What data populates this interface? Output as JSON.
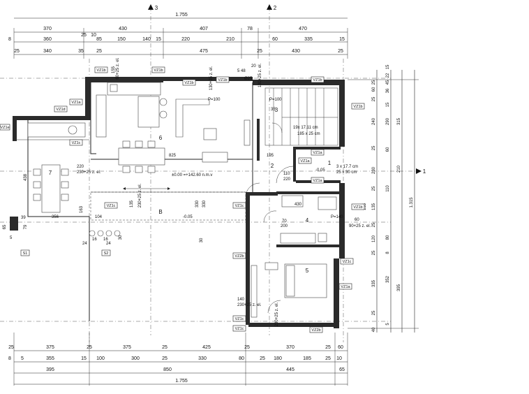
{
  "sections": {
    "label_3": "3",
    "label_2": "2",
    "label_1": "1"
  },
  "top_dims": {
    "row0": [
      "1.755"
    ],
    "row1": [
      "370",
      "430",
      "407",
      "78",
      "470"
    ],
    "row2": [
      "8",
      "360",
      "25",
      "10",
      "85",
      "150",
      "140",
      "15",
      "220",
      "210",
      "60",
      "335",
      "15"
    ],
    "row3": [
      "25",
      "340",
      "35",
      "25",
      "475",
      "25",
      "430",
      "25"
    ]
  },
  "bottom_dims": {
    "row1": [
      "25",
      "375",
      "25",
      "375",
      "25",
      "425",
      "25",
      "370",
      "25",
      "60"
    ],
    "row2": [
      "8",
      "5",
      "355",
      "15",
      "100",
      "300",
      "25",
      "330",
      "80",
      "25",
      "180",
      "185",
      "25",
      "10"
    ],
    "row3": [
      "395",
      "850",
      "445",
      "65"
    ],
    "row4": [
      "1.755"
    ]
  },
  "right_dims": {
    "col1": [
      "25",
      "60",
      "25",
      "240",
      "25",
      "230",
      "25",
      "135",
      "25",
      "120",
      "25",
      "335",
      "25"
    ],
    "col2": [
      "22",
      "36",
      "290",
      "315",
      "210",
      "352",
      "395",
      "1.315"
    ],
    "col3": [
      "15",
      "45",
      "15",
      "60",
      "110",
      "80",
      "8",
      "5",
      "40"
    ]
  },
  "rooms": {
    "r1": "1",
    "r2": "2",
    "r3": "3",
    "r4": "4",
    "r5": "5",
    "r6": "6",
    "r7": "7",
    "b": "B"
  },
  "labels": {
    "level": "±0.00 =+142.60 n.m.v",
    "minus1": "-0.05",
    "minus2": "-0.05",
    "stairs1": "19x 17.11 cm",
    "stairs2": "185 x 25 cm",
    "stairs3": "3 x 17.7 cm",
    "stairs4": "25 x 30 cm",
    "ps1": "P=100",
    "ps2": "P=100",
    "d825": "825",
    "d195": "195",
    "d220": "220",
    "d230": "230+25 z. el.",
    "d438": "438",
    "d356": "356",
    "d104": "104",
    "d163": "163",
    "d39": "39",
    "d65": "65",
    "d79": "79",
    "d5": "5",
    "d24a": "24",
    "d16a": "16",
    "d16b": "16",
    "d24b": "24",
    "d110": "110",
    "d220b": "220",
    "d430": "430",
    "d70": "70",
    "d200": "200",
    "d140": "140",
    "d230b": "230+25 z. el.",
    "d60": "60",
    "d90": "90+25 z. el.",
    "d48": "5 48",
    "d25": "Ø25",
    "d20": "20",
    "d35": "35",
    "d1p": "P=140",
    "s1": "S1",
    "s2": "S2"
  },
  "tags": {
    "vz1a": "VZ1a",
    "vz1b": "VZ1b",
    "vz1c": "VZ1c",
    "vz1d": "VZ1d",
    "vz2b": "VZ2b",
    "vz1e": "VZ1e"
  },
  "vertical_notes": {
    "n1": "60+25 z. el.",
    "n2": "130+25 z. el.",
    "n3": "130+25 z. el.",
    "n4": "230+25 z. el.",
    "n5": "230+25 z. el.",
    "n6": "135",
    "n7": "330",
    "n8": "330",
    "n9": "30",
    "n10": "30",
    "n11": "135",
    "n12": "155"
  }
}
